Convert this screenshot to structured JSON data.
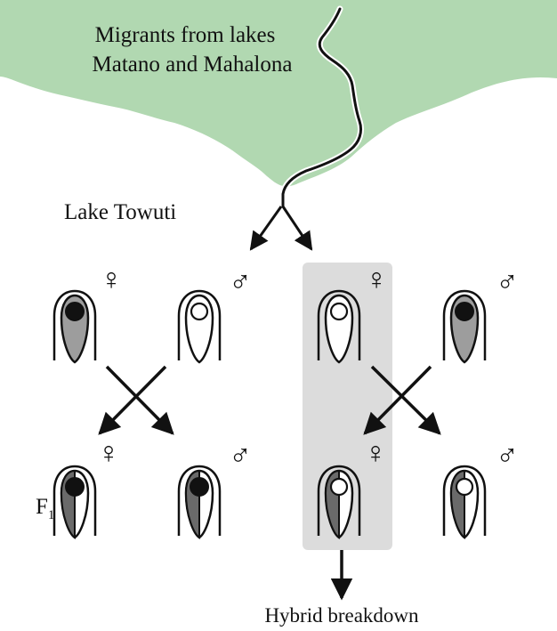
{
  "texts": {
    "migrants_line1": "Migrants from lakes",
    "migrants_line2": "Matano and Mahalona",
    "lake_label": "Lake Towuti",
    "f1_label": "F",
    "f1_subscript": "1",
    "hybrid_label": "Hybrid breakdown",
    "female_symbol": "♀",
    "male_symbol": "♂"
  },
  "colors": {
    "lake": "#b1d8b1",
    "highlight": "#dcdcdc",
    "body_gray": "#9d9d9d",
    "stripe_dark": "#6a6a6a",
    "outline": "#111111"
  },
  "parents": [
    {
      "sex": "female",
      "side": "left",
      "core": "gray",
      "eye": "black"
    },
    {
      "sex": "male",
      "side": "left",
      "core": "white",
      "eye": "white"
    },
    {
      "sex": "female",
      "side": "right",
      "core": "white",
      "eye": "white"
    },
    {
      "sex": "male",
      "side": "right",
      "core": "gray",
      "eye": "black"
    }
  ],
  "offspring": [
    {
      "sex": "female",
      "side": "left",
      "pattern": "half-dark",
      "eye": "black"
    },
    {
      "sex": "male",
      "side": "left",
      "pattern": "half-dark",
      "eye": "black"
    },
    {
      "sex": "female",
      "side": "right",
      "pattern": "half-dark",
      "eye": "white"
    },
    {
      "sex": "male",
      "side": "right",
      "pattern": "half-dark",
      "eye": "white"
    }
  ]
}
